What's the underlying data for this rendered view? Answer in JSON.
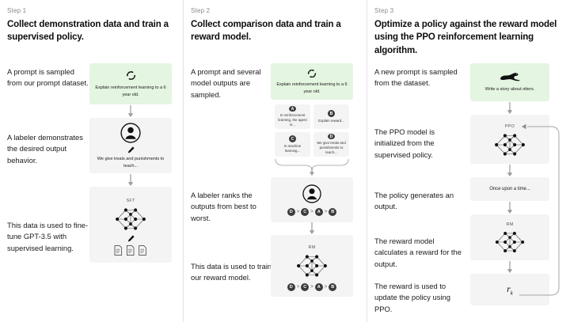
{
  "meta": {
    "title": "Training language models to follow instructions with human feedback — three-step RLHF diagram",
    "colors": {
      "background": "#ffffff",
      "panel": "#f4f4f4",
      "prompt_green": "#e4f5e1",
      "divider": "#e3e3e3",
      "badge": "#3b3b3b",
      "text": "#111111",
      "muted": "#8a8a8a"
    }
  },
  "steps": [
    {
      "label": "Step 1",
      "title": "Collect demonstration data and train a supervised policy.",
      "descriptions": [
        "A prompt is sampled from our prompt dataset.",
        "A labeler demonstrates the desired output behavior.",
        "This data is used to fine-tune GPT-3.5 with supervised learning."
      ],
      "blocks": [
        {
          "kind": "prompt",
          "icon": "refresh-circular-arrows-icon",
          "text": "Explain reinforcement learning to a 6 year old."
        },
        {
          "kind": "labeler",
          "icon": "labeler-person-icon",
          "pencil": "pencil-icon",
          "text": "We give treats and punishments to teach..."
        },
        {
          "kind": "model",
          "tag": "SFT",
          "icon": "neural-network-icon",
          "pencil": "pencil-icon",
          "docs_icon": "documents-icon"
        }
      ]
    },
    {
      "label": "Step 2",
      "title": "Collect comparison data and train a reward model.",
      "descriptions": [
        "A prompt and several model outputs are sampled.",
        "A labeler ranks the outputs from best to worst.",
        "This data is used to train our reward model."
      ],
      "blocks": [
        {
          "kind": "prompt",
          "icon": "refresh-circular-arrows-icon",
          "text": "Explain reinforcement learning to a 6 year old."
        },
        {
          "kind": "options",
          "options": [
            {
              "letter": "A",
              "text": "In reinforcement learning, the agent is..."
            },
            {
              "letter": "B",
              "text": "Explain reward..."
            },
            {
              "letter": "C",
              "text": "In machine learning..."
            },
            {
              "letter": "D",
              "text": "We give treats and punishments to teach..."
            }
          ]
        },
        {
          "kind": "ranking",
          "icon": "labeler-person-icon",
          "order": [
            "D",
            "C",
            "A",
            "B"
          ],
          "separator": ">"
        },
        {
          "kind": "model",
          "tag": "RM",
          "icon": "neural-network-icon",
          "order": [
            "D",
            "C",
            "A",
            "B"
          ],
          "separator": ">"
        }
      ]
    },
    {
      "label": "Step 3",
      "title": "Optimize a policy against the reward model using the PPO reinforcement learning algorithm.",
      "descriptions": [
        "A new prompt is sampled from the dataset.",
        "The PPO model is initialized from the supervised policy.",
        "The policy generates an output.",
        "The reward model calculates a reward for the output.",
        "The reward is used to update the policy using PPO."
      ],
      "blocks": [
        {
          "kind": "prompt",
          "icon": "otter-icon",
          "text": "Write a story about otters."
        },
        {
          "kind": "model",
          "tag": "PPO",
          "icon": "neural-network-icon"
        },
        {
          "kind": "output",
          "text": "Once upon a time..."
        },
        {
          "kind": "model",
          "tag": "RM",
          "icon": "neural-network-icon"
        },
        {
          "kind": "reward",
          "symbol": "r",
          "subscript": "k"
        }
      ],
      "feedback_loop": "update-policy-loop-arrow"
    }
  ]
}
